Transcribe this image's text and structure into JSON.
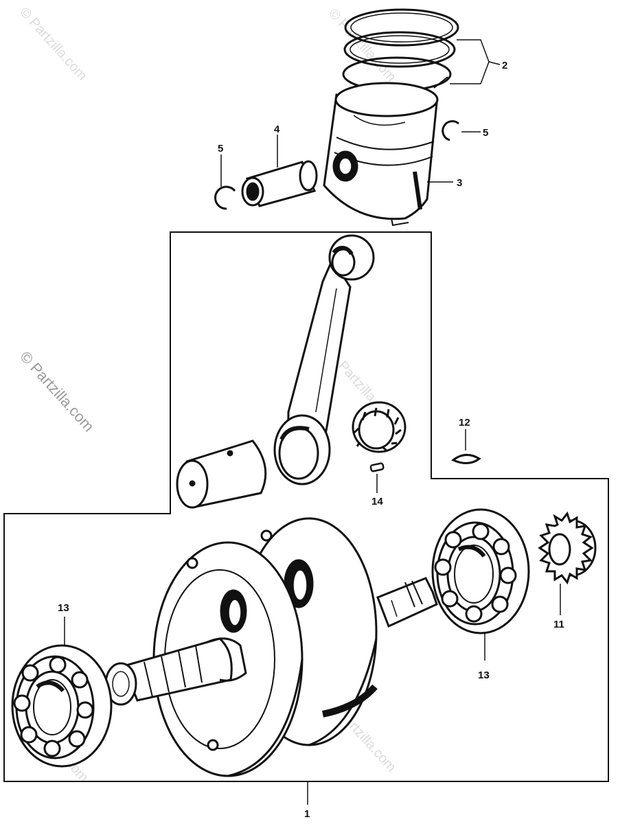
{
  "watermark": "© Partzilla.com",
  "callouts": {
    "rings": "2",
    "piston": "3",
    "piston_pin": "4",
    "clip_right": "5",
    "clip_left": "5",
    "key": "12",
    "crank_pin": "14",
    "sprocket": "11",
    "bearing_right": "13",
    "bearing_left": "13",
    "crankshaft_assy": "1"
  }
}
